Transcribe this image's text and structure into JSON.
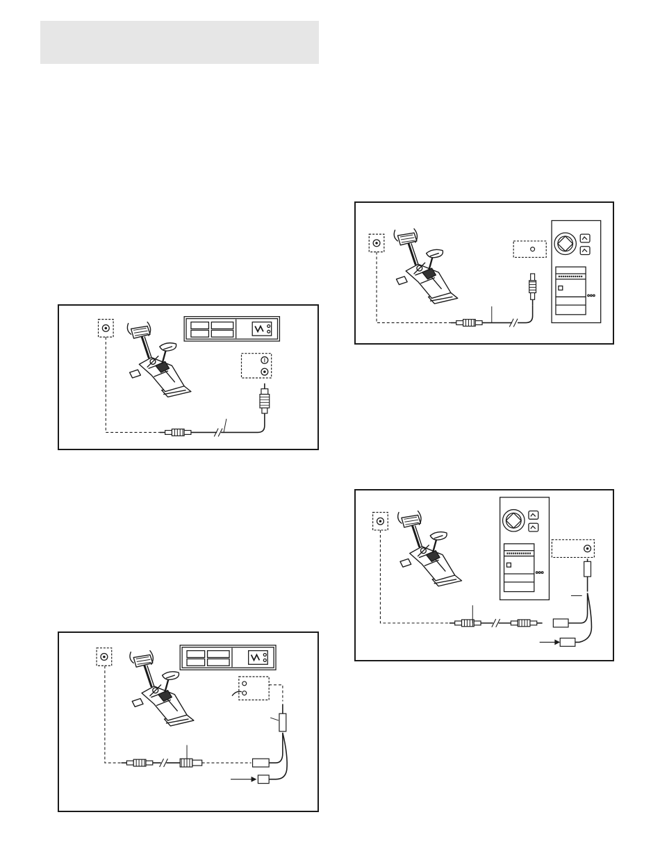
{
  "header": {
    "title": ""
  },
  "figures": [
    {
      "id": "fig1",
      "name": "bike-to-vcr-rca-connection"
    },
    {
      "id": "fig2",
      "name": "bike-to-computer-headphone-connection"
    },
    {
      "id": "fig3",
      "name": "bike-to-computer-splitter-connection"
    },
    {
      "id": "fig4",
      "name": "bike-to-vcr-splitter-adapter-connection"
    }
  ],
  "colors": {
    "line": "#1a1a1a",
    "header_band": "#e6e6e6"
  }
}
